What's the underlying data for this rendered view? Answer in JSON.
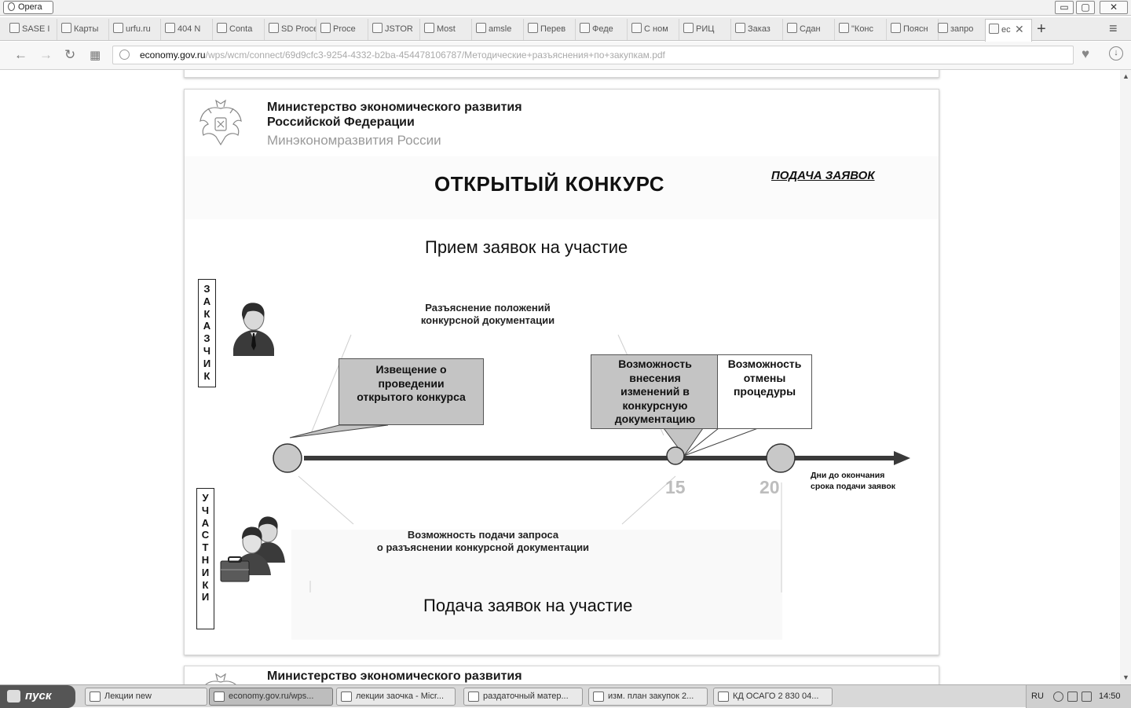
{
  "window": {
    "app_menu_label": "Opera",
    "minimize_glyph": "▭",
    "maximize_glyph": "▢",
    "close_glyph": "✕"
  },
  "tabs": [
    {
      "label": "SASE I",
      "icon": "sase-icon"
    },
    {
      "label": "Карты",
      "icon": "map-icon"
    },
    {
      "label": "urfu.ru",
      "icon": "urfu-icon"
    },
    {
      "label": "404 N",
      "icon": "page-icon"
    },
    {
      "label": "Conta",
      "icon": "document-icon"
    },
    {
      "label": "SD Proce",
      "icon": "sd-icon"
    },
    {
      "label": "Proce",
      "icon": "elsevier-icon"
    },
    {
      "label": "JSTOR",
      "icon": "jstor-icon"
    },
    {
      "label": "Most",
      "icon": "bookmark-icon"
    },
    {
      "label": "amsle",
      "icon": "amsle-icon"
    },
    {
      "label": "Перев",
      "icon": "translate-icon"
    },
    {
      "label": "Феде",
      "icon": "federal-icon"
    },
    {
      "label": "С ном",
      "icon": "drop-icon"
    },
    {
      "label": "РИЦ",
      "icon": "ric-icon"
    },
    {
      "label": "Заказ",
      "icon": "emblem-icon"
    },
    {
      "label": "Сдан",
      "icon": "quote-icon"
    },
    {
      "label": "\"Конс",
      "icon": "consultant-icon"
    },
    {
      "label": "Поясн",
      "icon": "pen-icon"
    },
    {
      "label": "запро",
      "icon": "yandex-icon"
    },
    {
      "label": "ec",
      "icon": "emblem-icon"
    }
  ],
  "toolbar": {
    "back_glyph": "←",
    "forward_glyph": "→",
    "reload_glyph": "↻",
    "speeddial_glyph": "▦",
    "new_tab_glyph": "+",
    "tab_close_glyph": "✕",
    "tab_menu_glyph": "≡",
    "heart_glyph": "♥",
    "download_glyph": "↓"
  },
  "address": {
    "host": "economy.gov.ru",
    "path": "/wps/wcm/connect/69d9cfc3-9254-4332-b2ba-454478106787/Методические+разъяснения+по+закупкам.pdf"
  },
  "slide": {
    "ministry_line1": "Министерство экономического развития",
    "ministry_line2": "Российской Федерации",
    "ministry_short": "Минэкономразвития России",
    "title": "ОТКРЫТЫЙ КОНКУРС",
    "link": "ПОДАЧА ЗАЯВОК",
    "section_top": "Прием заявок на участие",
    "section_bottom": "Подача заявок на участие",
    "customer_label": [
      "З",
      "А",
      "К",
      "А",
      "З",
      "Ч",
      "И",
      "К"
    ],
    "participants_label": [
      "У",
      "Ч",
      "А",
      "С",
      "Т",
      "Н",
      "И",
      "К",
      "И"
    ],
    "note_top_line1": "Разъяснение положений",
    "note_top_line2": "конкурсной документации",
    "note_bottom_line1": "Возможность подачи запроса",
    "note_bottom_line2": "о разъяснении конкурсной документации",
    "box_notice": [
      "Извещение о",
      "проведении",
      "открытого конкурса"
    ],
    "box_changes": [
      "Возможность",
      "внесения",
      "изменений в",
      "конкурсную",
      "документацию"
    ],
    "box_cancel": [
      "Возможность",
      "отмены",
      "процедуры"
    ],
    "tick_15": "15",
    "tick_20": "20",
    "axis_note_line1": "Дни до окончания",
    "axis_note_line2": "срока подачи заявок"
  },
  "next_page": {
    "ministry_line1": "Министерство экономического развития"
  },
  "taskbar": {
    "start_label": "пуск",
    "tasks": [
      {
        "label": "Лекции new",
        "icon": "folder-icon"
      },
      {
        "label": "economy.gov.ru/wps...",
        "icon": "opera-icon"
      },
      {
        "label": "лекции заочка - Micr...",
        "icon": "word-icon"
      },
      {
        "label": "раздаточный матер...",
        "icon": "word-icon"
      },
      {
        "label": "изм.  план закупок 2...",
        "icon": "word-icon"
      },
      {
        "label": "КД ОСАГО 2 830 04...",
        "icon": "word-icon"
      }
    ],
    "lang": "RU",
    "time": "14:50"
  },
  "colors": {
    "box_dark": "#c4c4c4",
    "timeline": "#3a3a3a",
    "tick_number": "#bdbdbd"
  }
}
